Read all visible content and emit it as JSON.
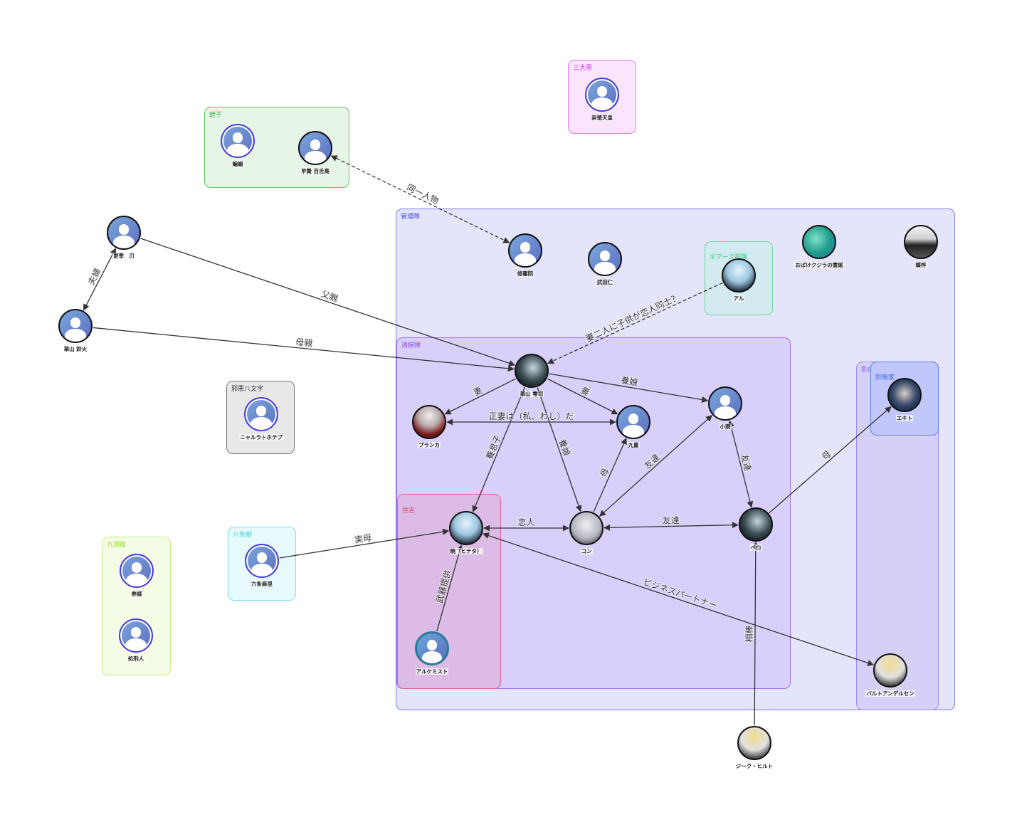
{
  "diagram_title": "",
  "colors": {
    "edge": "#333333",
    "person_placeholder_gradient_start": "#7aa7dc",
    "person_placeholder_gradient_end": "#5d6ec0",
    "person_ring_blue": "#4b3fd6"
  },
  "groups": [
    {
      "id": "kiriko",
      "label": "蛭子",
      "border": "#5cc86b",
      "fill": "#e6f5e6",
      "label_color": "#2fae46"
    },
    {
      "id": "sandaiaku",
      "label": "三大悪",
      "border": "#e07ae8",
      "fill": "#fbe4fd",
      "label_color": "#d23fe0"
    },
    {
      "id": "kanritai",
      "label": "管理隊",
      "border": "#7b7de8",
      "fill": "#e4e5fb",
      "label_color": "#4b4ee0"
    },
    {
      "id": "gears",
      "label": "ギアーズ部隊",
      "border": "#6fd39a",
      "fill": "#d3eaf0",
      "label_color": "#34d07a"
    },
    {
      "id": "seisoutai",
      "label": "清掃隊",
      "border": "#a070e8",
      "fill": "#d9cffb",
      "label_color": "#8a46e0"
    },
    {
      "id": "jaakuhachimonji",
      "label": "邪悪八文字",
      "border": "#777777",
      "fill": "#e8e8e8",
      "label_color": "#333333"
    },
    {
      "id": "kageyoshi",
      "label": "影由",
      "border": "#a08cef",
      "fill": "#d4d0f8",
      "label_color": "#8c6ee0"
    },
    {
      "id": "suzunashi",
      "label": "鈴無家",
      "border": "#5a82ef",
      "fill": "#c1c6fb",
      "label_color": "#3f6be0"
    },
    {
      "id": "sumiyoshi",
      "label": "住吉",
      "border": "#e0648c",
      "fill": "#dcbbe6",
      "label_color": "#e23a5f"
    },
    {
      "id": "rokujougumi",
      "label": "六条組",
      "border": "#7ee0e6",
      "fill": "#e6f9fb",
      "label_color": "#3fd0e0"
    },
    {
      "id": "kutouryu",
      "label": "九頭龍",
      "border": "#c6ef7a",
      "fill": "#f4fce6",
      "label_color": "#9ede2a"
    }
  ],
  "nodes": [
    {
      "id": "komori",
      "label": "蝙蝠",
      "style": "placeholder-blue-ring"
    },
    {
      "id": "hayase",
      "label": "早贄 百舌鳥",
      "style": "placeholder"
    },
    {
      "id": "sutoku",
      "label": "崇徳天皇",
      "style": "placeholder-blue-ring"
    },
    {
      "id": "sarasue",
      "label": "更季　刃",
      "style": "placeholder"
    },
    {
      "id": "hanayama_suzuka",
      "label": "華山 鈴火",
      "style": "placeholder"
    },
    {
      "id": "shurain",
      "label": "修羅院",
      "style": "placeholder"
    },
    {
      "id": "takeda",
      "label": "武田仁",
      "style": "placeholder"
    },
    {
      "id": "obake",
      "label": "おばけクジラの霊尾",
      "style": "photo-whale"
    },
    {
      "id": "chouhi",
      "label": "蝶悴",
      "style": "photo-mono"
    },
    {
      "id": "aru",
      "label": "アル",
      "style": "photo-light"
    },
    {
      "id": "hanayama_reiji",
      "label": "華山 零司",
      "style": "photo-dark"
    },
    {
      "id": "buranka",
      "label": "ブランカ",
      "style": "photo-red"
    },
    {
      "id": "kuri",
      "label": "九重",
      "style": "placeholder"
    },
    {
      "id": "kosame",
      "label": "小雨",
      "style": "placeholder"
    },
    {
      "id": "nyarlathotep",
      "label": "ニャルラトホテプ",
      "style": "placeholder-blue-ring"
    },
    {
      "id": "ekito",
      "label": "エキト",
      "style": "photo-blue"
    },
    {
      "id": "akatsuki",
      "label": "暁（ヒナタ）",
      "style": "photo-light"
    },
    {
      "id": "kon",
      "label": "コン",
      "style": "photo-silver"
    },
    {
      "id": "pero",
      "label": "ペロ",
      "style": "photo-dark"
    },
    {
      "id": "rokujou_mari",
      "label": "六条麻里",
      "style": "placeholder-blue-ring"
    },
    {
      "id": "sanbou",
      "label": "参謀",
      "style": "placeholder-blue-ring"
    },
    {
      "id": "shokeinin",
      "label": "処刑人",
      "style": "placeholder-blue-ring"
    },
    {
      "id": "alchemist",
      "label": "アルケミスト",
      "style": "placeholder-teal"
    },
    {
      "id": "baltandersen",
      "label": "バルトアンデルセン",
      "style": "photo-blonde"
    },
    {
      "id": "siegfried",
      "label": "ジーク・ヒルト",
      "style": "photo-blonde"
    }
  ],
  "edges": [
    {
      "from": "hayase",
      "to": "shurain",
      "label": "同一人物",
      "style": "dashed",
      "arrows": "both"
    },
    {
      "from": "aru",
      "to": "hanayama_reiji",
      "label": "妻二人に子供が恋人同士？",
      "style": "dashed",
      "arrows": "end"
    },
    {
      "from": "sarasue",
      "to": "hanayama_suzuka",
      "label": "夫婦",
      "style": "solid",
      "arrows": "both"
    },
    {
      "from": "sarasue",
      "to": "hanayama_reiji",
      "label": "父親",
      "style": "solid",
      "arrows": "end"
    },
    {
      "from": "hanayama_suzuka",
      "to": "hanayama_reiji",
      "label": "母親",
      "style": "solid",
      "arrows": "end"
    },
    {
      "from": "hanayama_reiji",
      "to": "buranka",
      "label": "妻",
      "style": "solid",
      "arrows": "end"
    },
    {
      "from": "hanayama_reiji",
      "to": "kuri",
      "label": "妻",
      "style": "solid",
      "arrows": "end"
    },
    {
      "from": "hanayama_reiji",
      "to": "kosame",
      "label": "養娘",
      "style": "solid",
      "arrows": "end"
    },
    {
      "from": "hanayama_reiji",
      "to": "akatsuki",
      "label": "養息子",
      "style": "solid",
      "arrows": "end"
    },
    {
      "from": "hanayama_reiji",
      "to": "kon",
      "label": "養娘",
      "style": "solid",
      "arrows": "end"
    },
    {
      "from": "kuri",
      "to": "buranka",
      "label": "正妻は（私、わし）だ",
      "style": "solid",
      "arrows": "both"
    },
    {
      "from": "kon",
      "to": "kuri",
      "label": "母",
      "style": "solid",
      "arrows": "end"
    },
    {
      "from": "kon",
      "to": "kosame",
      "label": "友達",
      "style": "solid",
      "arrows": "both"
    },
    {
      "from": "kosame",
      "to": "pero",
      "label": "友達",
      "style": "solid",
      "arrows": "both"
    },
    {
      "from": "akatsuki",
      "to": "kon",
      "label": "恋人",
      "style": "solid",
      "arrows": "both"
    },
    {
      "from": "kon",
      "to": "pero",
      "label": "友達",
      "style": "solid",
      "arrows": "both"
    },
    {
      "from": "pero",
      "to": "ekito",
      "label": "母",
      "style": "solid",
      "arrows": "end"
    },
    {
      "from": "rokujou_mari",
      "to": "akatsuki",
      "label": "実母",
      "style": "solid",
      "arrows": "end"
    },
    {
      "from": "alchemist",
      "to": "akatsuki",
      "label": "武器提供",
      "style": "solid",
      "arrows": "end"
    },
    {
      "from": "akatsuki",
      "to": "baltandersen",
      "label": "ビジネスパートナー",
      "style": "solid",
      "arrows": "both"
    },
    {
      "from": "siegfried",
      "to": "pero",
      "label": "相棒",
      "style": "solid",
      "arrows": "end"
    }
  ]
}
